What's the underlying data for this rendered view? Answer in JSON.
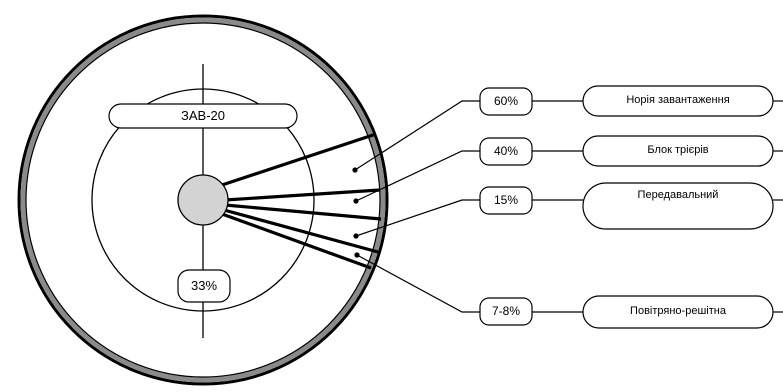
{
  "diagram": {
    "center_label": "ЗАВ-20",
    "center_value": "33%",
    "branches": [
      {
        "id": "noria",
        "percent": "60%",
        "name": "Норія завантаження"
      },
      {
        "id": "trier",
        "percent": "40%",
        "name": "Блок трієрів"
      },
      {
        "id": "transfer",
        "percent": "15%",
        "name": "Передавальний"
      },
      {
        "id": "air-sieve",
        "percent": "7-8%",
        "name": "Повітряно-решітна"
      }
    ]
  }
}
